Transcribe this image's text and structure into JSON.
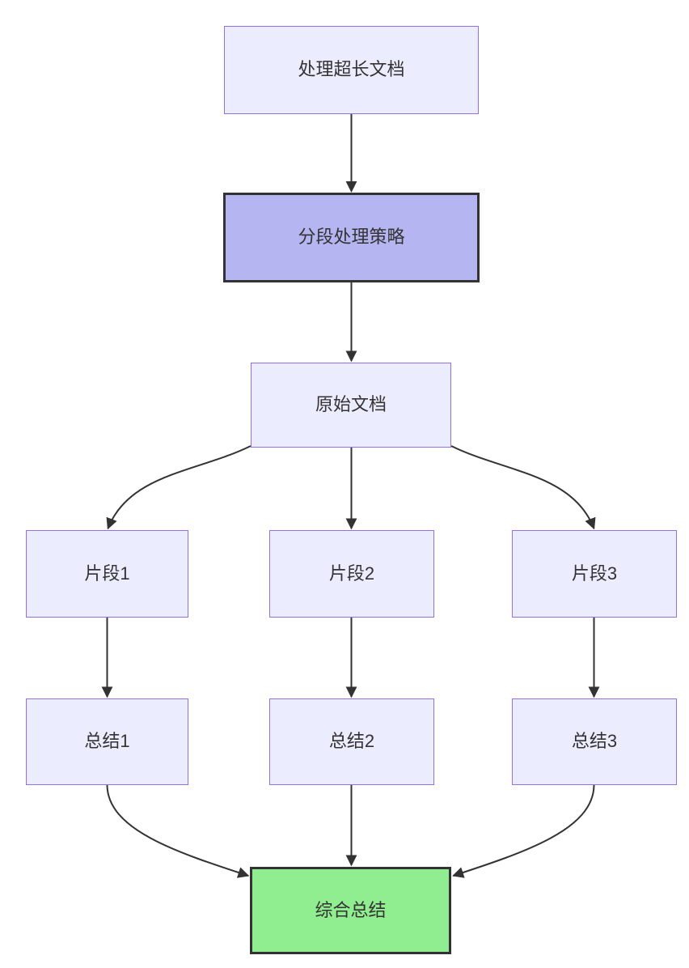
{
  "diagram": {
    "type": "flowchart",
    "direction": "top-down",
    "colors": {
      "node_fill": "#ECECFF",
      "node_border": "#9370DB",
      "emphasis_fill": "#B5B5F2",
      "emphasis_border": "#333333",
      "result_fill": "#90EE90",
      "result_border": "#333333",
      "edge_color": "#333333",
      "text_color": "#333333",
      "background": "#ffffff"
    },
    "nodes": [
      {
        "label": "处理超长文档",
        "style": "default"
      },
      {
        "label": "分段处理策略",
        "style": "emphasis"
      },
      {
        "label": "原始文档",
        "style": "default"
      },
      {
        "label": "片段1",
        "style": "default"
      },
      {
        "label": "片段2",
        "style": "default"
      },
      {
        "label": "片段3",
        "style": "default"
      },
      {
        "label": "总结1",
        "style": "default"
      },
      {
        "label": "总结2",
        "style": "default"
      },
      {
        "label": "总结3",
        "style": "default"
      },
      {
        "label": "综合总结",
        "style": "result"
      }
    ],
    "edges": [
      {
        "from": "处理超长文档",
        "to": "分段处理策略"
      },
      {
        "from": "分段处理策略",
        "to": "原始文档"
      },
      {
        "from": "原始文档",
        "to": "片段1"
      },
      {
        "from": "原始文档",
        "to": "片段2"
      },
      {
        "from": "原始文档",
        "to": "片段3"
      },
      {
        "from": "片段1",
        "to": "总结1"
      },
      {
        "from": "片段2",
        "to": "总结2"
      },
      {
        "from": "片段3",
        "to": "总结3"
      },
      {
        "from": "总结1",
        "to": "综合总结"
      },
      {
        "from": "总结2",
        "to": "综合总结"
      },
      {
        "from": "总结3",
        "to": "综合总结"
      }
    ]
  }
}
